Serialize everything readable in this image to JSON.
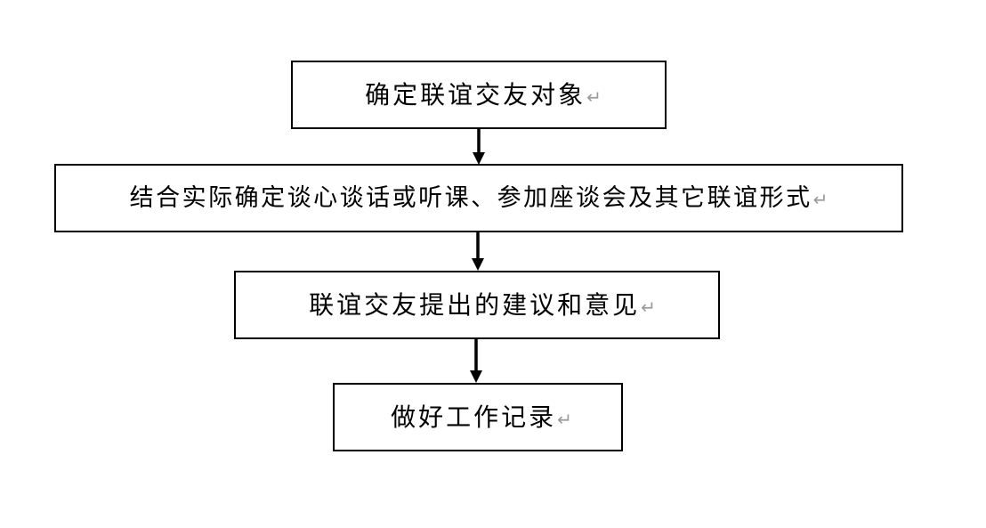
{
  "flowchart": {
    "steps": [
      {
        "label": "确定联谊交友对象",
        "return_mark": "↵"
      },
      {
        "label": "结合实际确定谈心谈话或听课、参加座谈会及其它联谊形式",
        "return_mark": "↵"
      },
      {
        "label": "联谊交友提出的建议和意见",
        "return_mark": "↵"
      },
      {
        "label": "做好工作记录",
        "return_mark": "↵"
      }
    ],
    "arrow_color": "#000000",
    "border_color": "#000000"
  }
}
